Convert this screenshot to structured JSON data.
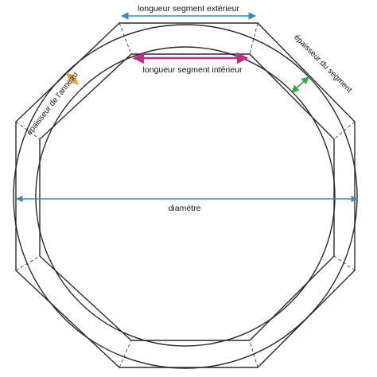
{
  "labels": {
    "outer_segment_length": "longueur segment extérieur",
    "inner_segment_length": "longueur segment intérieur",
    "ring_thickness": "épaisseur de l'anneau",
    "segment_thickness": "épaisseur du segment",
    "diameter": "diamétre"
  },
  "colors": {
    "outer_segment_arrow": "#3a86c8",
    "inner_segment_arrow": "#c0307f",
    "ring_thickness_arrow": "#f0a020",
    "segment_thickness_arrow": "#2ea84a",
    "diameter_arrow": "#3a86c8",
    "lines": "#2a2a2a"
  }
}
